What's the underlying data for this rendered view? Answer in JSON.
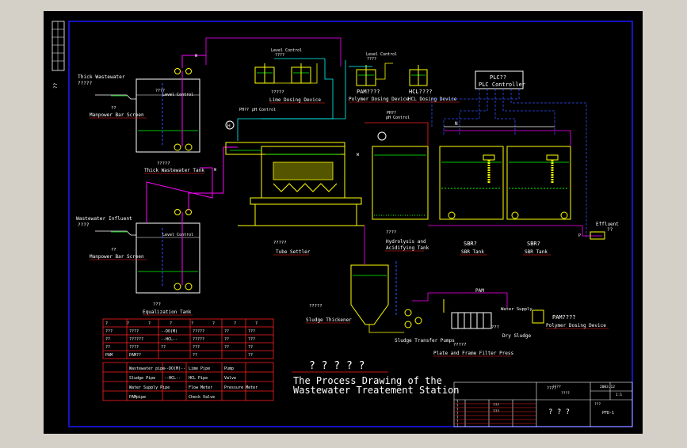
{
  "colors": {
    "background": "#000000",
    "frame": "#1a1aff",
    "white": "#ffffff",
    "yellow": "#ffff00",
    "green": "#00ff00",
    "cyan": "#00ffff",
    "magenta": "#ff00ff",
    "red": "#ff2020",
    "blue": "#3050ff",
    "outer": "#d4d0c8"
  },
  "side_label": "??",
  "tanks": {
    "thick_wastewater": {
      "title": "Thick Wastewater",
      "sub": "?????",
      "caption_cn": "?????",
      "caption": "Thick Wastewater Tank",
      "level": "Level Control",
      "level_cn": "????"
    },
    "wastewater_influent": {
      "title": "Wastewater Influent",
      "sub": "????",
      "level": "Level Control"
    },
    "screen1": {
      "cn": "??",
      "label": "Manpower Bar Screen"
    },
    "screen2": {
      "cn": "??",
      "label": "Manpower Bar Screen"
    },
    "equalization": {
      "cn": "???",
      "label": "Equalization Tank"
    },
    "tube_settler": {
      "cn": "?????",
      "label": "Tube Settler"
    },
    "hydrolysis": {
      "cn": "????",
      "label1": "Hydrolysis and",
      "label2": "Acidifying Tank"
    },
    "sbr1": {
      "cn": "SBR?",
      "label": "SBR Tank"
    },
    "sbr2": {
      "cn": "SBR?",
      "label": "SBR Tank"
    },
    "sludge_thickener": {
      "cn": "?????",
      "label": "Sludge Thickener"
    },
    "sludge_pumps": "Sludge Transfer Pumps",
    "filter_press": {
      "cn": "?????",
      "label": "Plate and Frame Filter Press"
    },
    "dry_sludge": {
      "cn": "???",
      "label": "Dry Sludge"
    },
    "water_supply": "Water Supply"
  },
  "dosing": {
    "lime": {
      "level": "Level Control",
      "level_cn": "????",
      "cn": "?????",
      "label": "Lime Dosing Device"
    },
    "pam": {
      "level": "Level Control",
      "level_cn": "????",
      "cn": "PAM????",
      "label": "Polymer Dosing Device"
    },
    "hcl": {
      "cn": "HCL????",
      "label": "HCL Dosing Device"
    },
    "pam2": {
      "cn": "PAM????",
      "label": "Polymer Dosing Device"
    },
    "ph_control": {
      "cn": "PH??",
      "label": "pH Control"
    },
    "ph_control2": {
      "cn": "PH??",
      "label": "pH Control"
    },
    "pam_label": "PAM"
  },
  "plc": {
    "line1": "PLC??",
    "line2": "PLC Controller"
  },
  "effluent": {
    "label": "Effluent",
    "cn": "??"
  },
  "stream_letters": {
    "w": "W",
    "n": "N",
    "p": "P",
    "h": "H"
  },
  "title_cn": "? ? ? ? ?",
  "title_line1": "The Process Drawing of the",
  "title_line2": "Wastewater Treatement Station",
  "legend": {
    "rows_top": [
      [
        "?",
        "?",
        "?",
        "?",
        "?",
        "?",
        "?",
        "?"
      ],
      [
        "???",
        "????",
        "--DO(M)",
        "?????",
        "??",
        "???"
      ],
      [
        "??",
        "??????",
        "--HCL--",
        "?????",
        "??",
        "???"
      ],
      [
        "??",
        "????",
        "??",
        "???",
        "??",
        "??"
      ],
      [
        "PAM",
        "PAM??",
        "",
        "??",
        "",
        "??"
      ]
    ],
    "rows_bottom": [
      [
        "Wastewater pipe",
        "--DO(M)--",
        "Lime Pipe",
        "Pump"
      ],
      [
        "Sludge Pipe",
        "--HCL--",
        "HCL Pipe",
        "Valve"
      ],
      [
        "Water Supply Pipe",
        "",
        "Flow Meter",
        "Pressure Meter"
      ],
      [
        "PAMpipe",
        "",
        "Check Valve",
        ""
      ]
    ]
  },
  "title_block": {
    "c1": "????",
    "c2": "????",
    "c3": "???",
    "c4": "???",
    "name_cn": "? ? ?",
    "project": "????",
    "date": "2003.12",
    "scale": "1:1",
    "drawing_no": "???",
    "sheet": "PFD-1",
    "row_labels": [
      "?",
      "?",
      "?",
      "?",
      "?",
      "?",
      "?"
    ]
  }
}
